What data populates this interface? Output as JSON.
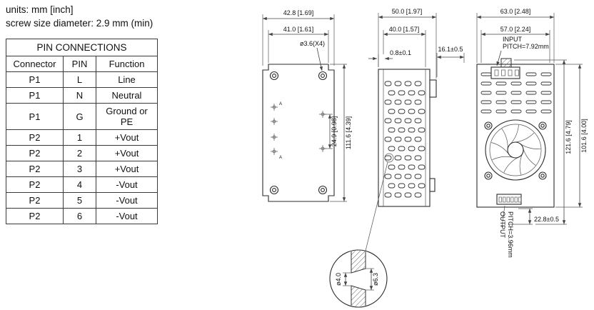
{
  "notes": {
    "units": "units: mm [inch]",
    "screw": "screw size diameter: 2.9 mm (min)"
  },
  "pin_table": {
    "title": "PIN CONNECTIONS",
    "headers": [
      "Connector",
      "PIN",
      "Function"
    ],
    "rows": [
      [
        "P1",
        "L",
        "Line"
      ],
      [
        "P1",
        "N",
        "Neutral"
      ],
      [
        "P1",
        "G",
        "Ground or PE"
      ],
      [
        "P2",
        "1",
        "+Vout"
      ],
      [
        "P2",
        "2",
        "+Vout"
      ],
      [
        "P2",
        "3",
        "+Vout"
      ],
      [
        "P2",
        "4",
        "-Vout"
      ],
      [
        "P2",
        "5",
        "-Vout"
      ],
      [
        "P2",
        "6",
        "-Vout"
      ]
    ]
  },
  "views": {
    "bottom_view": {
      "width_outer": "42.8 [1.69]",
      "width_inner": "41.0 [1.61]",
      "hole_dia": "ø3.6(X4)",
      "hole_spacing": "24.9 [0.98]",
      "height": "111.6 [4.39]",
      "datum": "A"
    },
    "side_view": {
      "depth": "50.0 [1.97]",
      "vent_width": "40.0 [1.57]",
      "wall_thickness": "0.8±0.1",
      "offset": "16.1±0.5"
    },
    "top_view": {
      "width_outer": "63.0 [2.48]",
      "width_inner": "57.0 [2.24]",
      "input_label": "INPUT",
      "input_pitch": "PITCH=7.92mm",
      "output_label": "OUTPUT",
      "output_pitch": "PITCH=3.96mm",
      "height_overall": "121.6 [4.79]",
      "height_body": "101.6 [4.00]",
      "bottom_offset": "22.8±0.5"
    },
    "detail_view": {
      "hole_small": "ø4.0",
      "hole_large": "ø6.3"
    }
  }
}
